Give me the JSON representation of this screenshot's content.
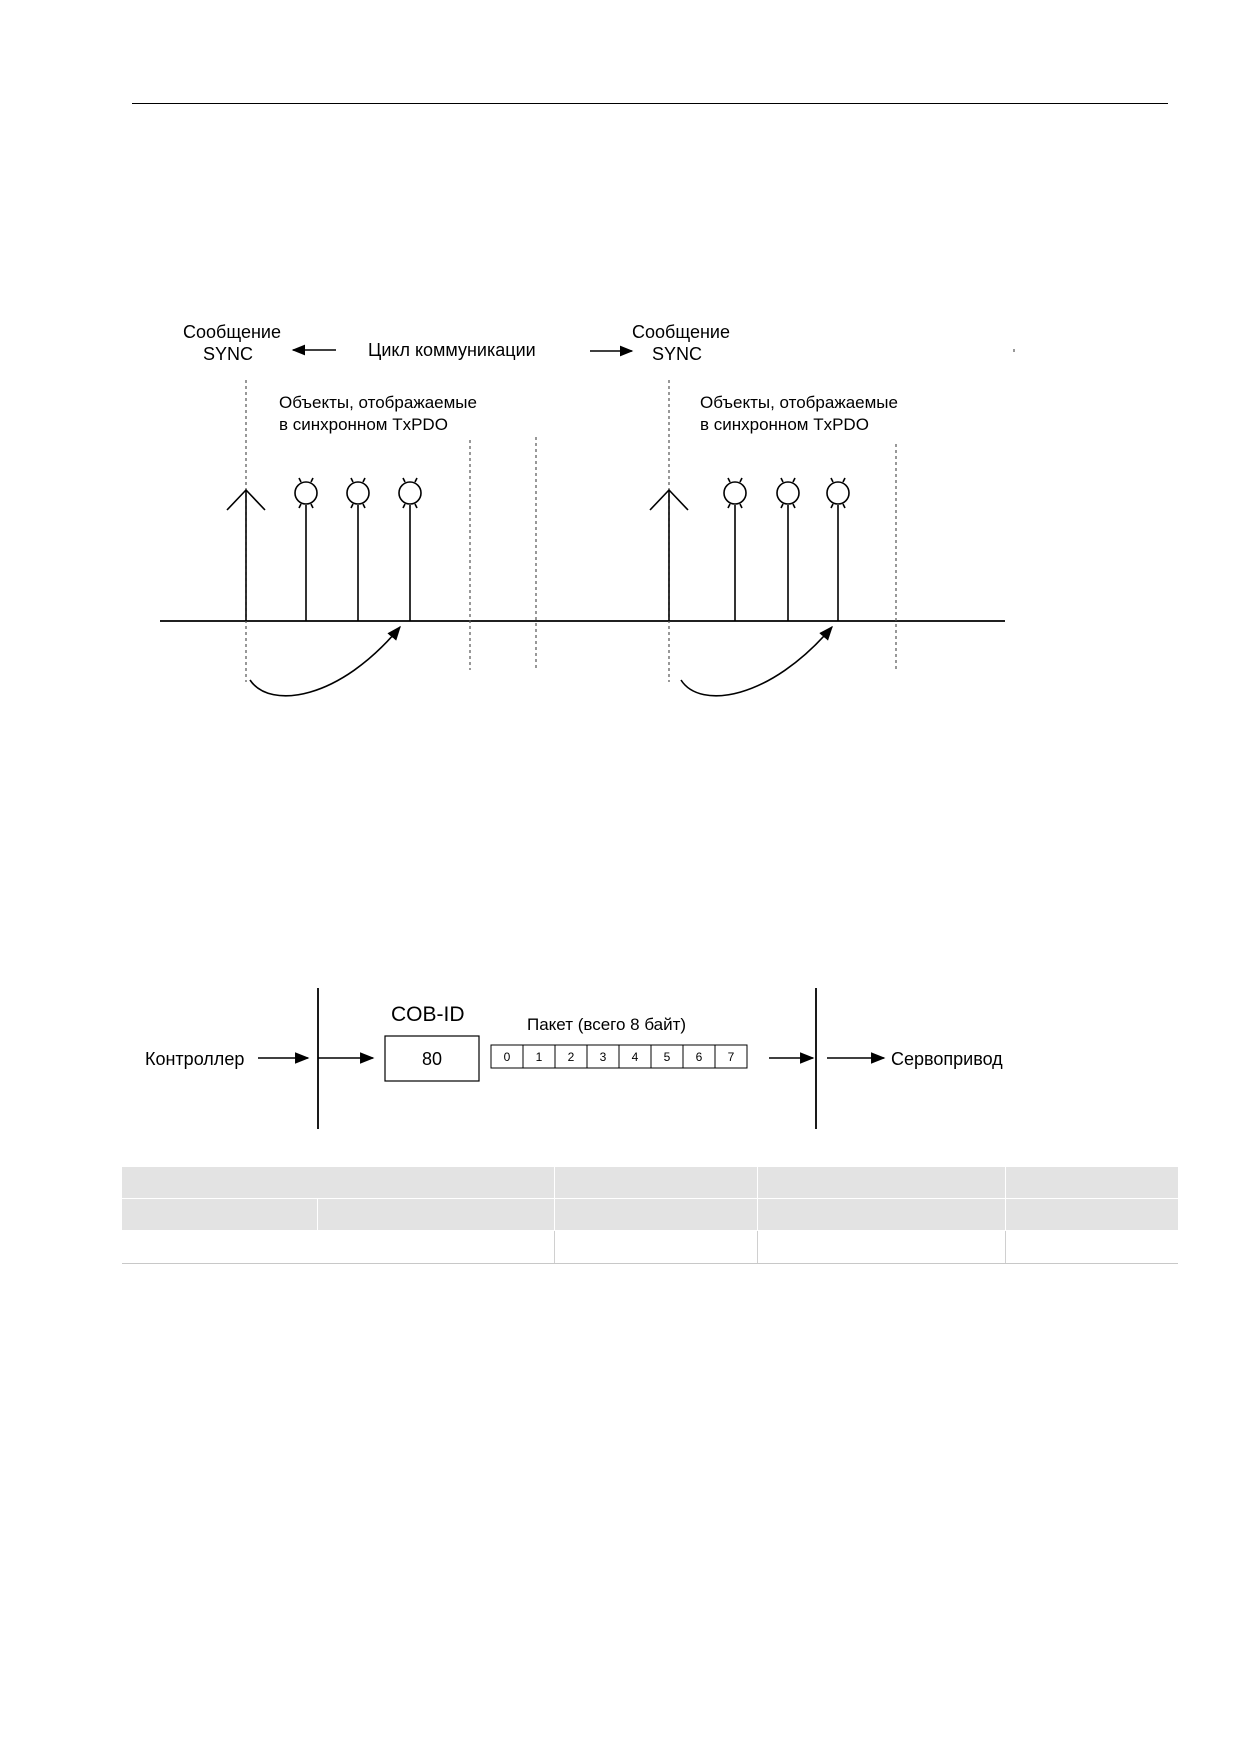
{
  "sync_diagram": {
    "sync_label_left": [
      "Сообщение",
      "SYNC"
    ],
    "sync_label_right": [
      "Сообщение",
      "SYNC"
    ],
    "cycle_label": "Цикл коммуникации",
    "objects_label_left": [
      "Объекты, отображаемые",
      "в синхронном TxPDO"
    ],
    "objects_label_right": [
      "Объекты, отображаемые",
      "в синхронном TxPDO"
    ]
  },
  "frame_diagram": {
    "sender": "Контроллер",
    "receiver": "Сервопривод",
    "cob_id_label": "COB-ID",
    "cob_id_value": "80",
    "packet_label": "Пакет (всего 8 байт)",
    "bytes": [
      "0",
      "1",
      "2",
      "3",
      "4",
      "5",
      "6",
      "7"
    ]
  },
  "table": {
    "header_row1": [
      "",
      "",
      "",
      ""
    ],
    "header_row2": [
      "",
      "",
      "",
      "",
      ""
    ],
    "body_row": [
      "",
      "",
      "",
      ""
    ]
  }
}
